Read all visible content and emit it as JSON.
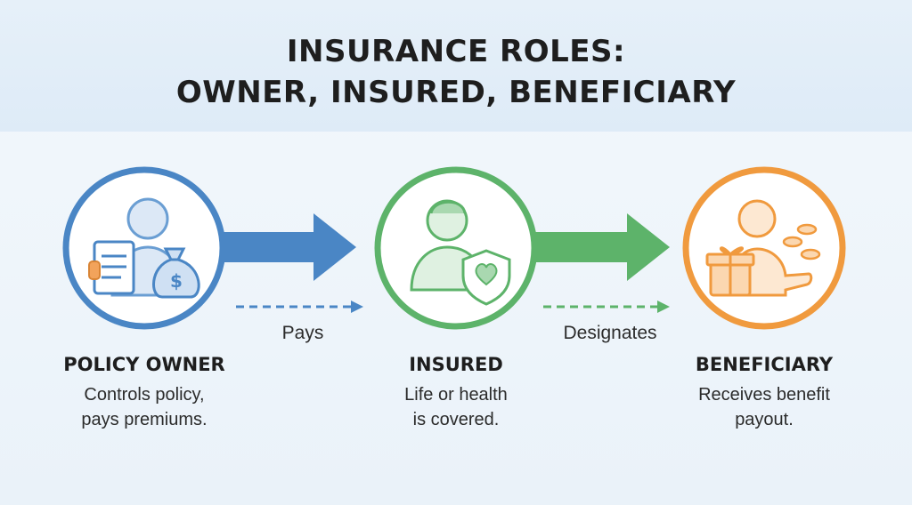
{
  "title": {
    "line1": "INSURANCE ROLES:",
    "line2": "OWNER, INSURED, BENEFICIARY"
  },
  "colors": {
    "owner": "#4a86c5",
    "insured": "#5db36a",
    "beneficiary": "#f09a3e"
  },
  "roles": [
    {
      "name": "POLICY OWNER",
      "desc_line1": "Controls policy,",
      "desc_line2": "pays premiums.",
      "icon": "person-document-moneybag-icon"
    },
    {
      "name": "INSURED",
      "desc_line1": "Life or health",
      "desc_line2": "is covered.",
      "icon": "person-heart-shield-icon"
    },
    {
      "name": "BENEFICIARY",
      "desc_line1": "Receives benefit",
      "desc_line2": "payout.",
      "icon": "person-gift-coins-icon"
    }
  ],
  "connectors": [
    {
      "label": "Pays"
    },
    {
      "label": "Designates"
    }
  ]
}
